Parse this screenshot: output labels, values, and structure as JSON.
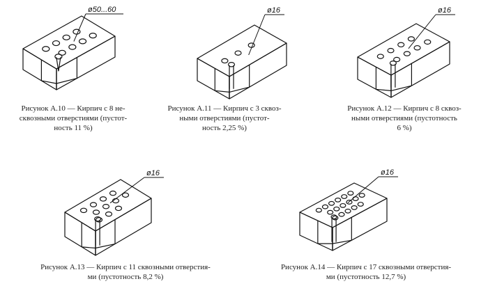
{
  "figures": [
    {
      "id": "A10",
      "dimension": "ø50...60",
      "hole_rows": [
        4,
        4
      ],
      "holes_through": false,
      "hole_count": 8,
      "voidness_percent": 11,
      "caption": [
        "Рисунок А.10 — Кирпич с 8 не-",
        "сквозными отверстиями (пустот-",
        "ность 11 %)"
      ]
    },
    {
      "id": "A11",
      "dimension": "ø16",
      "hole_rows": [
        3
      ],
      "holes_through": true,
      "hole_count": 3,
      "voidness_percent": 2.25,
      "caption": [
        "Рисунок А.11 — Кирпич с 3 сквоз-",
        "ными отверстиями (пустот-",
        "ность 2,25 %)"
      ]
    },
    {
      "id": "A12",
      "dimension": "ø16",
      "hole_rows": [
        4,
        4
      ],
      "holes_through": true,
      "hole_count": 8,
      "voidness_percent": 6,
      "caption": [
        "Рисунок А.12 — Кирпич с 8 сквоз-",
        "ными отверстиями (пустотность",
        "6 %)"
      ]
    },
    {
      "id": "A13",
      "dimension": "ø16",
      "hole_rows": [
        4,
        4,
        3
      ],
      "holes_through": true,
      "hole_count": 11,
      "voidness_percent": 8.2,
      "caption": [
        "Рисунок А.13 — Кирпич с 11 сквозными отверстия-",
        "ми (пустотность 8,2 %)"
      ]
    },
    {
      "id": "A14",
      "dimension": "ø16",
      "hole_rows": [
        6,
        6,
        5
      ],
      "holes_through": true,
      "hole_count": 17,
      "voidness_percent": 12.7,
      "caption": [
        "Рисунок А.14 — Кирпич с 17 сквозными отверстия-",
        "ми (пустотность 12,7 %)"
      ]
    }
  ]
}
